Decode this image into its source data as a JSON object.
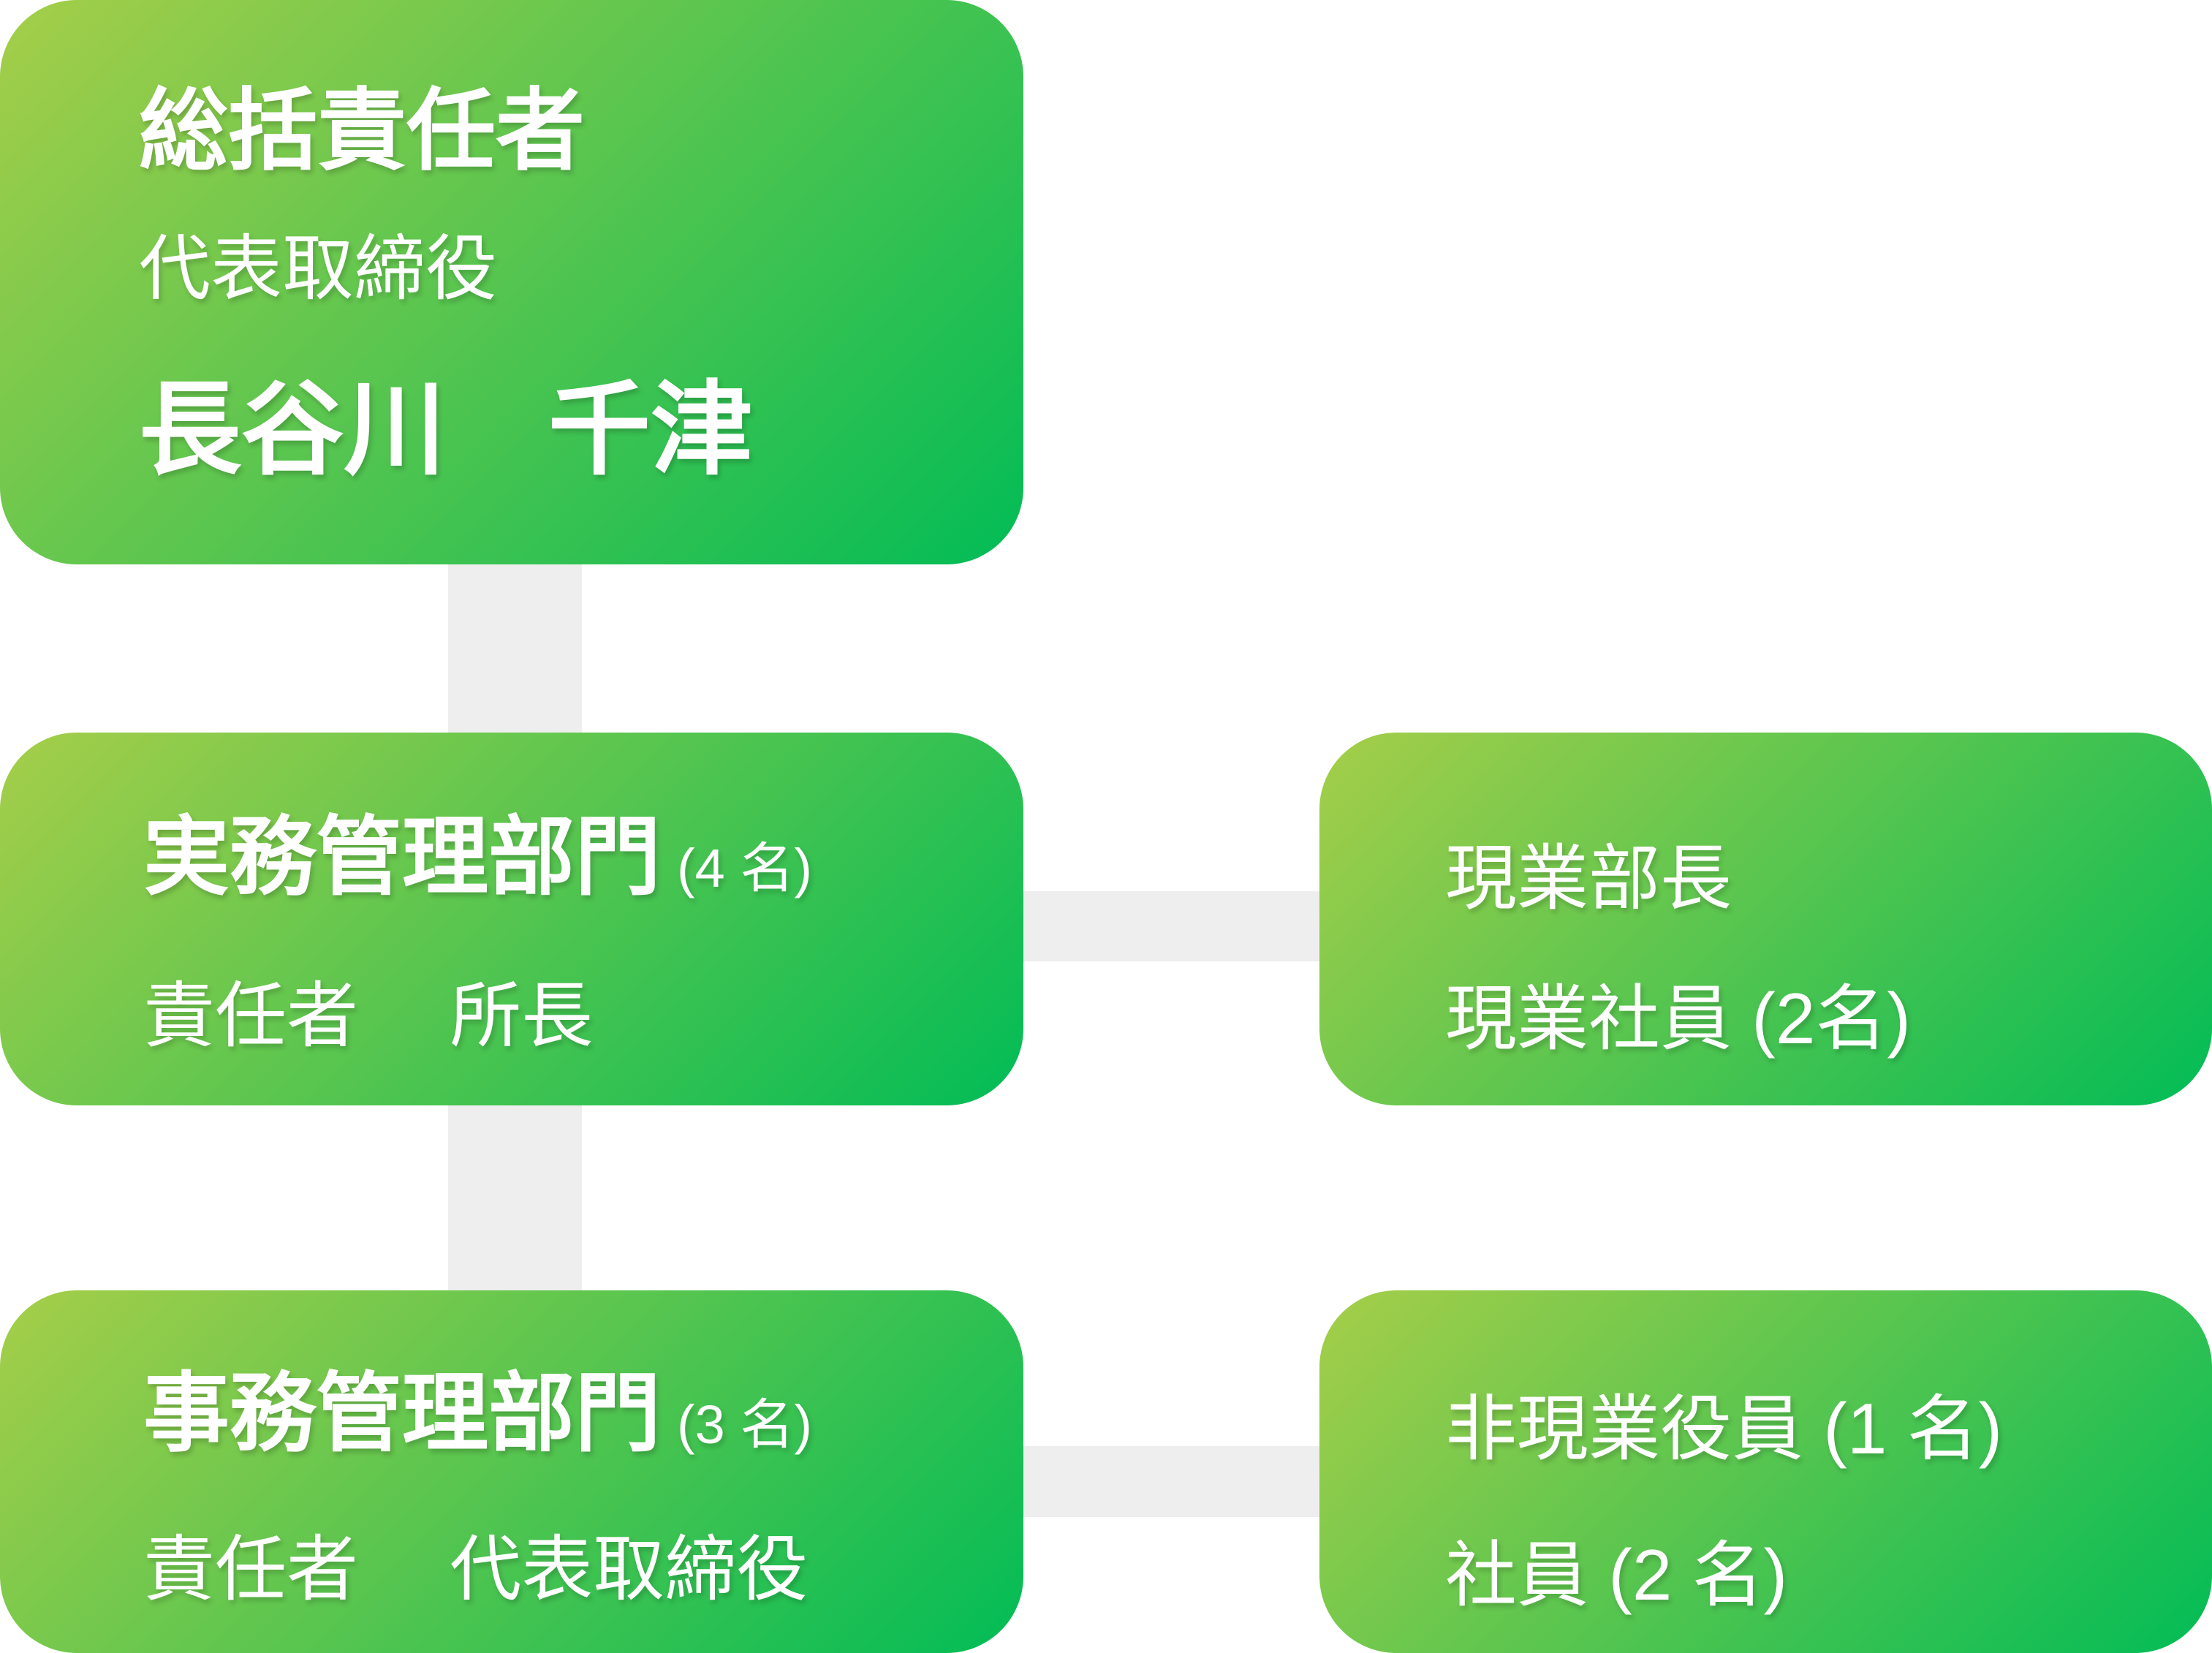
{
  "colors": {
    "box_gradient_start": "#a6ce49",
    "box_gradient_end": "#02bc56",
    "connector": "#eeeeee",
    "text": "#ffffff"
  },
  "org_chart": {
    "top": {
      "title": "総括責任者",
      "subtitle": "代表取締役",
      "name": "長谷川　千津"
    },
    "middle_left": {
      "title": "実務管理部門",
      "headcount": "(4 名)",
      "detail": "責任者　 所長"
    },
    "middle_right": {
      "line1": "現業部長",
      "line2": "現業社員 (2名)"
    },
    "bottom_left": {
      "title": "事務管理部門",
      "headcount": "(3 名)",
      "detail": "責任者　 代表取締役"
    },
    "bottom_right": {
      "line1": "非現業役員 (1 名)",
      "line2": "社員 (2 名)"
    }
  }
}
